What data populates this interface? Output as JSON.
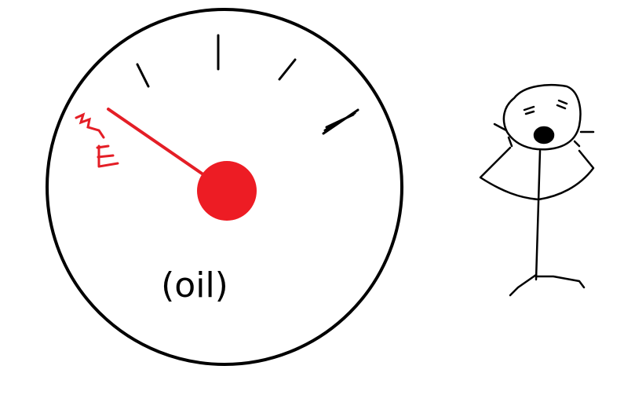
{
  "gauge": {
    "label": "(oil)",
    "empty_mark": "E",
    "level": 0.0,
    "needle_color": "#e41e26",
    "hub_color": "#ed1c24",
    "empty_mark_color": "#e41e26",
    "dial_color": "#000000"
  },
  "figure": {
    "expression": "shocked",
    "icon": "stick-figure-icon"
  }
}
